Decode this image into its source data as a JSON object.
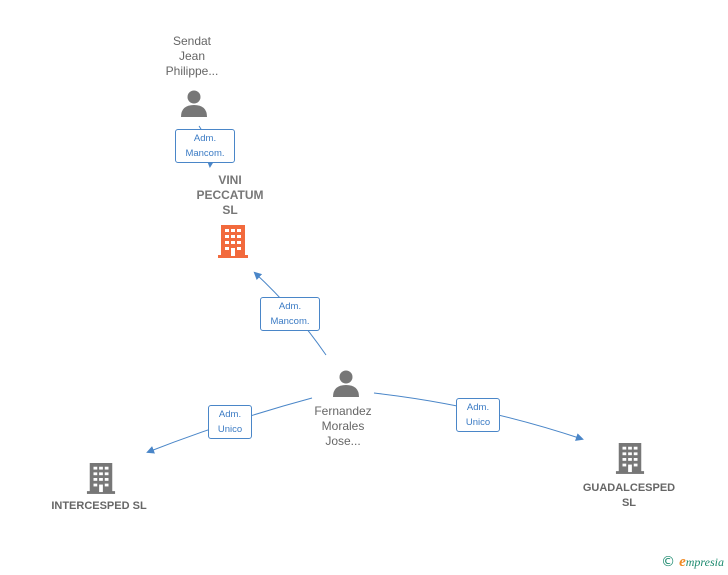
{
  "nodes": {
    "sendat": {
      "line1": "Sendat",
      "line2": "Jean",
      "line3": "Philippe..."
    },
    "vini": {
      "line1": "VINI",
      "line2": "PECCATUM",
      "line3": "SL"
    },
    "fernandez": {
      "line1": "Fernandez",
      "line2": "Morales",
      "line3": "Jose..."
    },
    "intercesped": {
      "line1": "INTERCESPED SL"
    },
    "guadalcesped": {
      "line1": "GUADALCESPED",
      "line2": "SL"
    }
  },
  "edges": {
    "sendat_vini": {
      "line1": "Adm.",
      "line2": "Mancom."
    },
    "fernandez_vini": {
      "line1": "Adm.",
      "line2": "Mancom."
    },
    "fernandez_intercesped": {
      "line1": "Adm.",
      "line2": "Unico"
    },
    "fernandez_guadalcesped": {
      "line1": "Adm.",
      "line2": "Unico"
    }
  },
  "colors": {
    "edge": "#4a86c8",
    "person_icon": "#777777",
    "company_icon": "#777777",
    "main_company_icon": "#f26a3d"
  },
  "footer": {
    "copyright": "©",
    "brand_first": "e",
    "brand_rest": "mpresia"
  }
}
